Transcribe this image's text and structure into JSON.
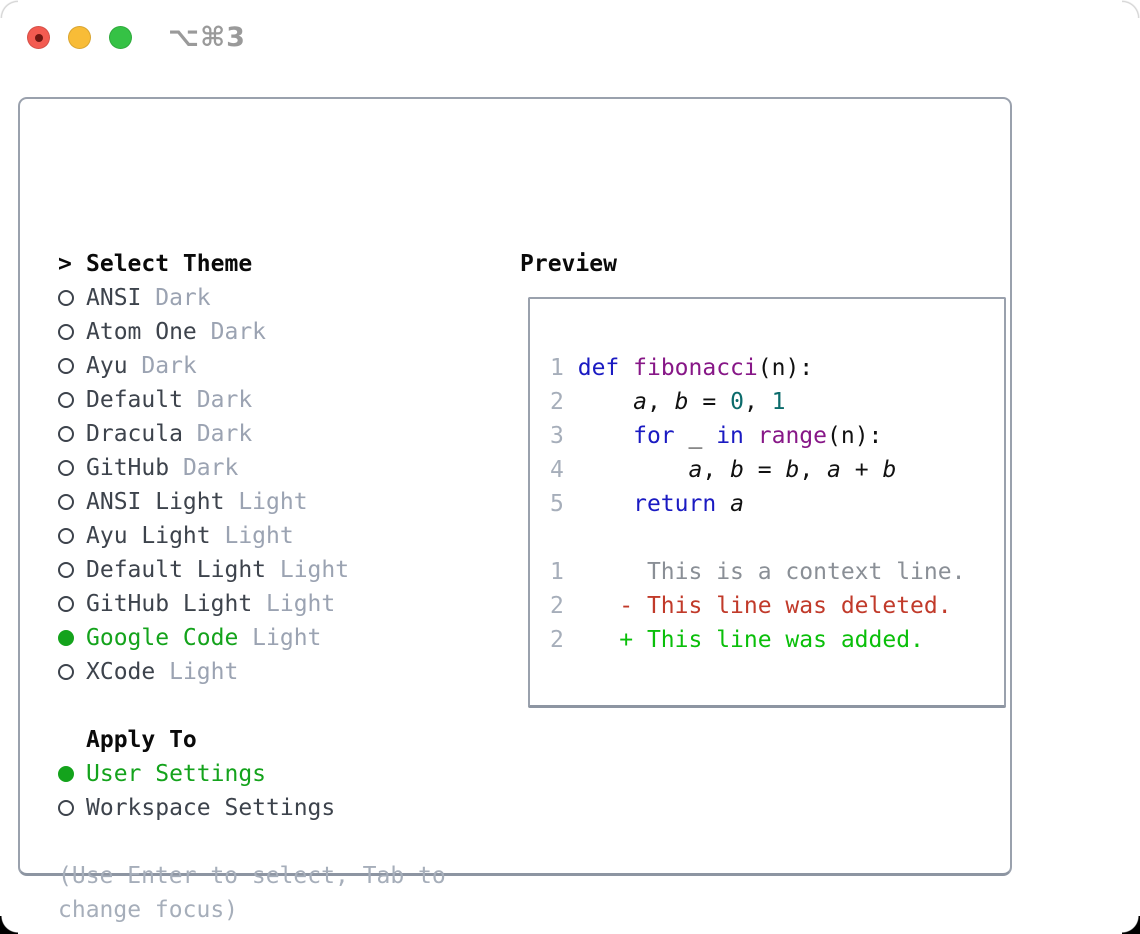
{
  "window": {
    "shortcut": "⌥⌘3",
    "traffic_lights": [
      "close",
      "minimize",
      "zoom"
    ]
  },
  "theme_list": {
    "header": {
      "prefix": ">",
      "label": "Select Theme"
    },
    "items": [
      {
        "name": "ANSI",
        "variant": "Dark",
        "selected": false
      },
      {
        "name": "Atom One",
        "variant": "Dark",
        "selected": false
      },
      {
        "name": "Ayu",
        "variant": "Dark",
        "selected": false
      },
      {
        "name": "Default",
        "variant": "Dark",
        "selected": false
      },
      {
        "name": "Dracula",
        "variant": "Dark",
        "selected": false
      },
      {
        "name": "GitHub",
        "variant": "Dark",
        "selected": false
      },
      {
        "name": "ANSI Light",
        "variant": "Light",
        "selected": false
      },
      {
        "name": "Ayu Light",
        "variant": "Light",
        "selected": false
      },
      {
        "name": "Default Light",
        "variant": "Light",
        "selected": false
      },
      {
        "name": "GitHub Light",
        "variant": "Light",
        "selected": false
      },
      {
        "name": "Google Code",
        "variant": "Light",
        "selected": true
      },
      {
        "name": "XCode",
        "variant": "Light",
        "selected": false
      }
    ]
  },
  "apply_to": {
    "header": "Apply To",
    "options": [
      {
        "label": "User Settings",
        "selected": true
      },
      {
        "label": "Workspace Settings",
        "selected": false
      }
    ]
  },
  "hint": {
    "line1": "(Use Enter to select, Tab to",
    "line2": "change focus)"
  },
  "preview": {
    "title": "Preview",
    "lines": [
      {
        "no": "1",
        "kind": "code",
        "segments": [
          {
            "c": "kw",
            "t": "def"
          },
          {
            "c": "pln",
            "t": " "
          },
          {
            "c": "fn",
            "t": "fibonacci"
          },
          {
            "c": "pln",
            "t": "(n):"
          }
        ]
      },
      {
        "no": "2",
        "kind": "code",
        "segments": [
          {
            "c": "pln",
            "t": "    "
          },
          {
            "c": "var",
            "t": "a"
          },
          {
            "c": "pln",
            "t": ", "
          },
          {
            "c": "var",
            "t": "b"
          },
          {
            "c": "pln",
            "t": " = "
          },
          {
            "c": "num",
            "t": "0"
          },
          {
            "c": "pln",
            "t": ", "
          },
          {
            "c": "num",
            "t": "1"
          }
        ]
      },
      {
        "no": "3",
        "kind": "code",
        "segments": [
          {
            "c": "pln",
            "t": "    "
          },
          {
            "c": "kw",
            "t": "for"
          },
          {
            "c": "pln",
            "t": " _ "
          },
          {
            "c": "kw",
            "t": "in"
          },
          {
            "c": "pln",
            "t": " "
          },
          {
            "c": "fn",
            "t": "range"
          },
          {
            "c": "pln",
            "t": "(n):"
          }
        ]
      },
      {
        "no": "4",
        "kind": "code",
        "segments": [
          {
            "c": "pln",
            "t": "        "
          },
          {
            "c": "var",
            "t": "a"
          },
          {
            "c": "pln",
            "t": ", "
          },
          {
            "c": "var",
            "t": "b"
          },
          {
            "c": "pln",
            "t": " = "
          },
          {
            "c": "var",
            "t": "b"
          },
          {
            "c": "pln",
            "t": ", "
          },
          {
            "c": "var",
            "t": "a"
          },
          {
            "c": "pln",
            "t": " + "
          },
          {
            "c": "var",
            "t": "b"
          }
        ]
      },
      {
        "no": "5",
        "kind": "code",
        "segments": [
          {
            "c": "pln",
            "t": "    "
          },
          {
            "c": "kw",
            "t": "return"
          },
          {
            "c": "pln",
            "t": " "
          },
          {
            "c": "var",
            "t": "a"
          }
        ]
      },
      {
        "no": "",
        "kind": "blank",
        "segments": []
      },
      {
        "no": "1",
        "kind": "context",
        "segments": [
          {
            "c": "ctx",
            "t": "     This is a context line."
          }
        ]
      },
      {
        "no": "2",
        "kind": "deleted",
        "segments": [
          {
            "c": "del",
            "t": "   - This line was deleted."
          }
        ]
      },
      {
        "no": "2",
        "kind": "added",
        "segments": [
          {
            "c": "add",
            "t": "   + This line was added."
          }
        ]
      }
    ]
  },
  "colors": {
    "accent_green": "#14a31c",
    "added_green": "#0abf0a",
    "deleted_red": "#c13a2a",
    "keyword_blue": "#1a1ac2",
    "function_purple": "#871787",
    "literal_teal": "#0b6b6b",
    "code_plain": "#111111",
    "name_dark": "#3d434c",
    "variant_gray": "#9ba3b2",
    "hint_gray": "#a6aeba",
    "line_number_gray": "#a6aeba",
    "context_gray": "#8a8f96",
    "border_gray": "#9aa1ad",
    "traffic_red": "#f35b51",
    "traffic_yellow": "#f8bc37",
    "traffic_green": "#35c245"
  }
}
